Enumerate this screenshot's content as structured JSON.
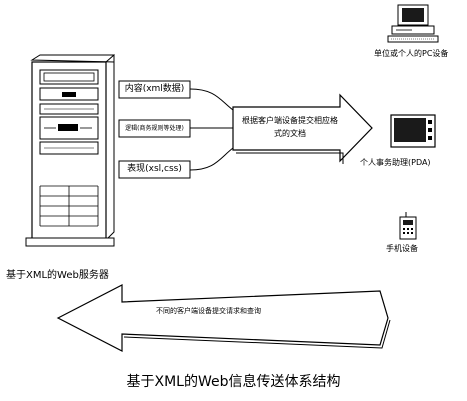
{
  "server": {
    "label": "基于XML的Web服务器"
  },
  "inputs": [
    {
      "label": "内容(xml数据)"
    },
    {
      "label": "逻辑(商务规则等处理)"
    },
    {
      "label": "表现(xsl,css)"
    }
  ],
  "process": {
    "label": "根据客户端设备提交相应格式的文档"
  },
  "devices": [
    {
      "label": "单位或个人的PC设备",
      "icon": "desktop-pc-icon"
    },
    {
      "label": "个人事务助理(PDA)",
      "icon": "pda-icon"
    },
    {
      "label": "手机设备",
      "icon": "mobile-phone-icon"
    }
  ],
  "request_arrow": {
    "label": "不同的客户端设备提交请求和查询"
  },
  "caption": "基于XML的Web信息传送体系结构"
}
